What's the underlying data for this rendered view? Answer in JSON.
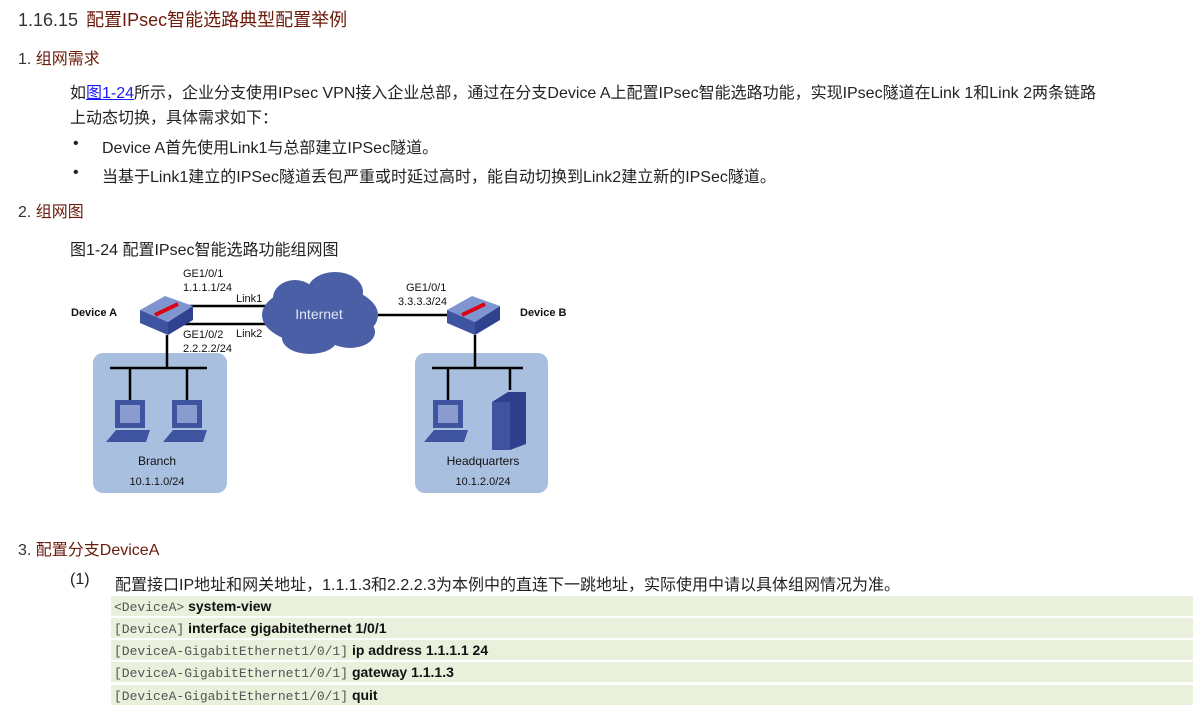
{
  "title": {
    "number": "1.16.15",
    "text": "配置IPsec智能选路典型配置举例"
  },
  "sections": [
    {
      "number": "1.",
      "title": "组网需求"
    },
    {
      "number": "2.",
      "title": "组网图"
    },
    {
      "number": "3.",
      "title": "配置分支DeviceA"
    }
  ],
  "intro": {
    "prefix": "如",
    "link": "图1-24",
    "line1_rest": "所示，企业分支使用IPsec VPN接入企业总部，通过在分支Device A上配置IPsec智能选路功能，实现IPsec隧道在Link 1和Link 2两条链路",
    "line2": "上动态切换，具体需求如下："
  },
  "bullets": [
    "Device A首先使用Link1与总部建立IPSec隧道。",
    "当基于Link1建立的IPSec隧道丢包严重或时延过高时，能自动切换到Link2建立新的IPSec隧道。"
  ],
  "figure": {
    "caption": "图1-24 配置IPsec智能选路功能组网图",
    "device_a": "Device A",
    "device_b": "Device B",
    "internet": "Internet",
    "a_if1": "GE1/0/1",
    "a_ip1": "1.1.1.1/24",
    "a_if2": "GE1/0/2",
    "a_ip2": "2.2.2.2/24",
    "link1": "Link1",
    "link2": "Link2",
    "b_if": "GE1/0/1",
    "b_ip": "3.3.3.3/24",
    "branch": "Branch",
    "branch_net": "10.1.1.0/24",
    "hq": "Headquarters",
    "hq_net": "10.1.2.0/24"
  },
  "step1": {
    "num": "(1)",
    "text": "配置接口IP地址和网关地址，1.1.1.3和2.2.2.3为本例中的直连下一跳地址，实际使用中请以具体组网情况为准。"
  },
  "code": [
    {
      "prompt": "<DeviceA>",
      "cmd": "system-view"
    },
    {
      "prompt": "[DeviceA]",
      "cmd": "interface gigabitethernet 1/0/1"
    },
    {
      "prompt": "[DeviceA-GigabitEthernet1/0/1]",
      "cmd": "ip address 1.1.1.1 24"
    },
    {
      "prompt": "[DeviceA-GigabitEthernet1/0/1]",
      "cmd": "gateway 1.1.1.3"
    },
    {
      "prompt": "[DeviceA-GigabitEthernet1/0/1]",
      "cmd": "quit"
    }
  ]
}
